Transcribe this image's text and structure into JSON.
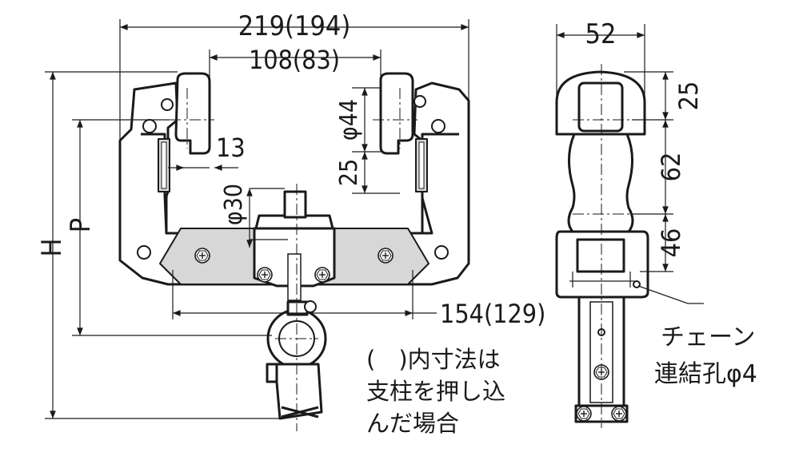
{
  "front_view": {
    "overall_width": "219(194)",
    "inner_width": "108(83)",
    "dim_13": "13",
    "dim_phi44": "φ44",
    "dim_25": "25",
    "dim_phi30": "φ30",
    "dim_154": "154(129)",
    "label_H": "H",
    "label_P": "P"
  },
  "side_view": {
    "width_52": "52",
    "dim_25": "25",
    "dim_62": "62",
    "dim_46": "46",
    "chain_hole_line1": "チェーン",
    "chain_hole_line2": "連結孔φ4"
  },
  "notes": {
    "line1": "(　)内寸法は",
    "line2": "支柱を押し込",
    "line3": "んだ場合"
  }
}
